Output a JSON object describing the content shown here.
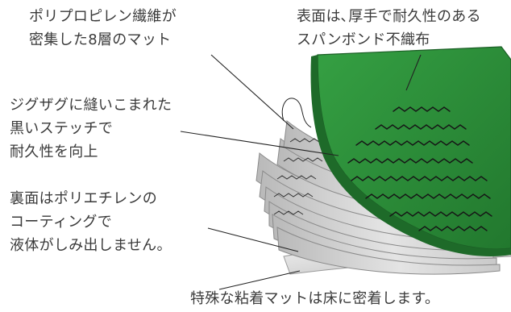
{
  "callouts": {
    "fiber": {
      "lines": [
        "ポリプロピレン繊維が",
        "密集した8層のマット"
      ]
    },
    "top": {
      "lines": [
        "表面は､厚手で耐久性のある",
        "スパンボンド不織布"
      ]
    },
    "stitch": {
      "lines": [
        "ジグザグに縫いこまれた",
        "黒いステッチで",
        "耐久性を向上"
      ]
    },
    "back": {
      "lines": [
        "裏面はポリエチレンの",
        "コーティングで",
        "液体がしみ出しません。"
      ]
    },
    "grip": {
      "lines": [
        "特殊な粘着マットは床に密着します。"
      ]
    }
  },
  "colors": {
    "top_layer": "#2f8f3d",
    "top_layer_shade": "#23742f",
    "felt_layers": "#d9d9d9",
    "stitch": "#1a1a1a",
    "leader_line": "#222222",
    "text": "#3a3a3a"
  }
}
